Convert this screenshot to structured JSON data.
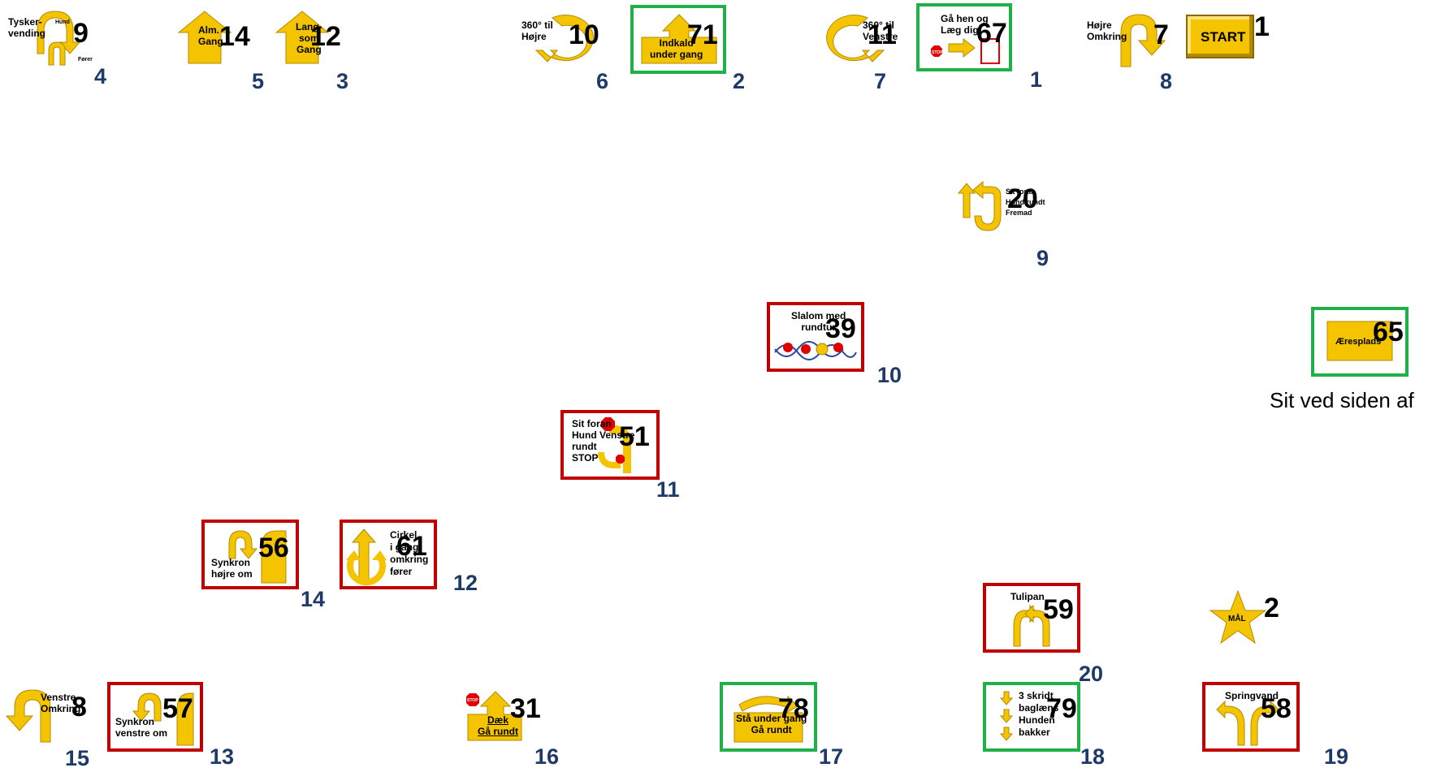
{
  "colors": {
    "sign_fill": "#F5C400",
    "sign_stroke": "#B38B00",
    "frame_red": "#C00000",
    "frame_green": "#1FB04A",
    "order_number": "#1F3A68",
    "stop_red": "#E00000"
  },
  "signs": [
    {
      "id": "tyskervending",
      "label": "Tysker-\nvending",
      "sub1": "Hund",
      "sub2": "Fører",
      "number": "9",
      "order": "4",
      "icon": "about-turn-icon"
    },
    {
      "id": "alm-gang",
      "label": "Alm.\nGang",
      "number": "14",
      "order": "5",
      "icon": "arrow-up-icon"
    },
    {
      "id": "langsom-gang",
      "label": "Lang-\nsom\nGang",
      "number": "12",
      "order": "3",
      "icon": "arrow-up-icon"
    },
    {
      "id": "360-hojre",
      "label": "360° til\nHøjre",
      "number": "10",
      "order": "6",
      "icon": "circle-right-icon"
    },
    {
      "id": "indkald",
      "label": "Indkald\nunder gang",
      "number": "71",
      "order": "2",
      "icon": "arrow-up-icon",
      "frame": "green"
    },
    {
      "id": "360-venstre",
      "label": "360° til\nVenstre",
      "number": "11",
      "order": "7",
      "icon": "circle-left-icon"
    },
    {
      "id": "ga-hen",
      "label": "Gå hen og\nLæg dig",
      "stop": "STOP",
      "number": "67",
      "order": "1",
      "icon": "stop-arrow-icon",
      "frame": "green"
    },
    {
      "id": "hojre-omkring",
      "label": "Højre\nOmkring",
      "number": "7",
      "order": "8",
      "icon": "u-turn-right-icon"
    },
    {
      "id": "start",
      "label": "START",
      "number": "1",
      "icon": "start-sign"
    },
    {
      "id": "sit-fremad",
      "label": "Sit foran\nHund rundt\nFremad",
      "number": "20",
      "order": "9",
      "icon": "around-icon"
    },
    {
      "id": "slalom",
      "label": "Slalom med\nrundtur",
      "number": "39",
      "order": "10",
      "icon": "slalom-icon",
      "frame": "red"
    },
    {
      "id": "aeresplads",
      "label": "Æresplads",
      "number": "65",
      "icon": "rectangle-icon",
      "frame": "green",
      "note": "Sit ved siden af"
    },
    {
      "id": "sit-venstre",
      "label": "Sit foran\nHund Venstre\nrundt\nSTOP",
      "number": "51",
      "order": "11",
      "icon": "stop-arrow-icon",
      "frame": "red"
    },
    {
      "id": "synkron-hojre",
      "label": "Synkron\nhøjre om",
      "number": "56",
      "order": "14",
      "icon": "u-turn-right-icon",
      "frame": "red"
    },
    {
      "id": "cirkel",
      "label": "Cirkel\ni gang\nomkring\nfører",
      "number": "61",
      "order": "12",
      "icon": "circle-arrows-icon",
      "frame": "red"
    },
    {
      "id": "tulipan",
      "label": "Tulipan",
      "number": "59",
      "order": "20",
      "icon": "tulip-icon",
      "frame": "red"
    },
    {
      "id": "maal",
      "label": "MÅL",
      "number": "2",
      "icon": "star-icon"
    },
    {
      "id": "venstre-omkring",
      "label": "Venstre\nOmkring",
      "number": "8",
      "order": "15",
      "icon": "u-turn-left-icon"
    },
    {
      "id": "synkron-venstre",
      "label": "Synkron\nvenstre om",
      "number": "57",
      "order": "13",
      "icon": "u-turn-left-icon",
      "frame": "red"
    },
    {
      "id": "daek",
      "label": "Dæk\nGå rundt",
      "stop": "STOP",
      "number": "31",
      "order": "16",
      "icon": "arrow-up-icon"
    },
    {
      "id": "sta-under-gang",
      "label": "Stå under gang\nGå rundt",
      "number": "78",
      "order": "17",
      "icon": "arrow-up-icon",
      "frame": "green"
    },
    {
      "id": "3-skridt",
      "label": "3 skridt\nbaglæns\nHunden\nbakker",
      "number": "79",
      "order": "18",
      "icon": "arrows-down-icon",
      "frame": "green"
    },
    {
      "id": "springvand",
      "label": "Springvand",
      "number": "58",
      "order": "19",
      "icon": "fountain-icon",
      "frame": "red"
    }
  ]
}
